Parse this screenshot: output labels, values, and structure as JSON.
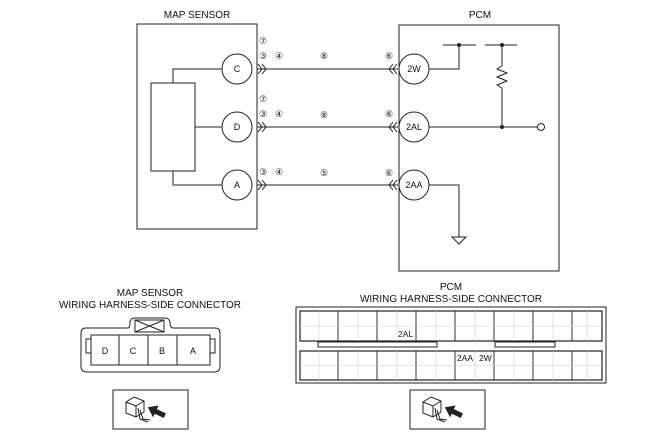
{
  "map_sensor": {
    "title": "MAP SENSOR",
    "terminals": [
      {
        "pin": "C",
        "circuit_marks_top": "⑦",
        "circuit_marks": [
          "③",
          "④"
        ],
        "wire_mark": "⑧"
      },
      {
        "pin": "D",
        "circuit_marks_top": "⑦",
        "circuit_marks": [
          "③",
          "④"
        ],
        "wire_mark": "⑧"
      },
      {
        "pin": "A",
        "circuit_marks_top": "",
        "circuit_marks": [
          "③",
          "④"
        ],
        "wire_mark": "⑤"
      }
    ]
  },
  "pcm": {
    "title": "PCM",
    "terminals": [
      {
        "pin": "2W",
        "mark": "⑥"
      },
      {
        "pin": "2AL",
        "mark": "⑥"
      },
      {
        "pin": "2AA",
        "mark": "⑥"
      }
    ]
  },
  "map_connector": {
    "title_line1": "MAP SENSOR",
    "title_line2": "WIRING HARNESS-SIDE CONNECTOR",
    "pins": [
      "D",
      "C",
      "B",
      "A"
    ]
  },
  "pcm_connector": {
    "title_line1": "PCM",
    "title_line2": "WIRING HARNESS-SIDE CONNECTOR",
    "top_row_label": "2AL",
    "bottom_row_labels": [
      "2AA",
      "2W"
    ]
  },
  "icons": {
    "map_view_icon": "connector-view-icon",
    "pcm_view_icon": "connector-view-icon"
  }
}
